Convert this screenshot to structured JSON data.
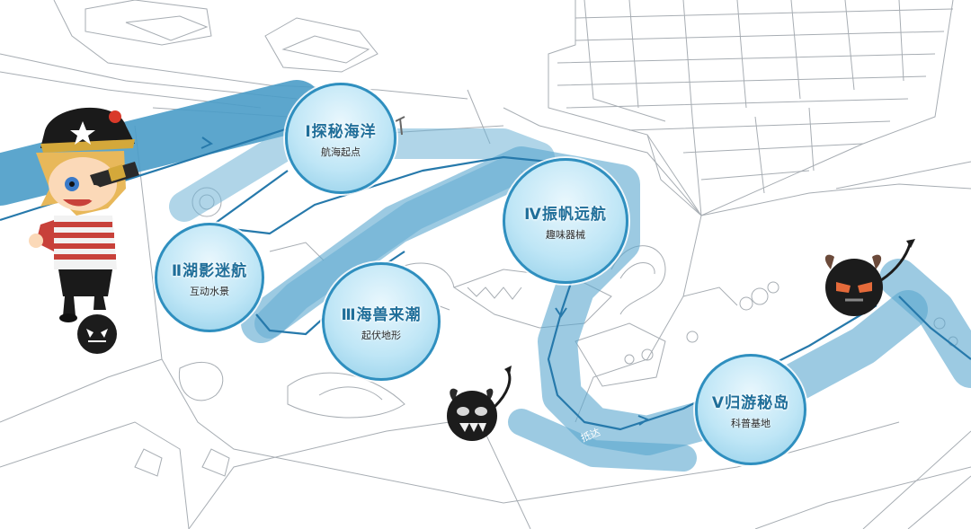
{
  "stops": [
    {
      "title": "Ⅰ探秘海洋",
      "subtitle": "航海起点"
    },
    {
      "title": "Ⅱ湖影迷航",
      "subtitle": "互动水景"
    },
    {
      "title": "Ⅲ海兽来潮",
      "subtitle": "起伏地形"
    },
    {
      "title": "Ⅳ振帆远航",
      "subtitle": "趣味器械"
    },
    {
      "title": "Ⅴ归游秘岛",
      "subtitle": "科普基地"
    }
  ],
  "route_label": "抵达",
  "colors": {
    "route": "#4a9cc8",
    "route_line": "#2679ab",
    "stop_border": "#2f8fbf",
    "line_drawing": "#9aa0a6",
    "monster": "#1c1c1c"
  },
  "icons": [
    "pirate-mascot-icon",
    "ball-monster-icon",
    "horned-monster-icon",
    "route-arrow-icon"
  ]
}
